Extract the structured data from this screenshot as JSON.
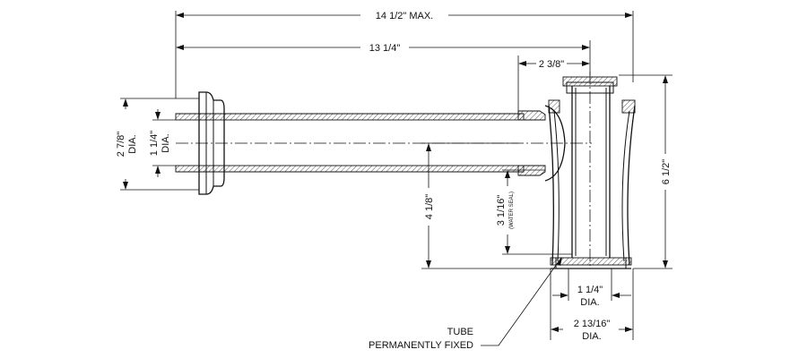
{
  "dimensions": {
    "overall_max": "14 1/2\" MAX.",
    "length": "13 1/4\"",
    "offset": "2 3/8\"",
    "height": "6 1/2\"",
    "drop": "4 1/8\"",
    "water_seal": "3 1/16\"",
    "water_seal_note": "(WATER SEAL)",
    "flange_dia": "2 7/8\"",
    "flange_dia_unit": "DIA.",
    "tube_dia": "1 1/4\"",
    "tube_dia_unit": "DIA.",
    "bottom_inner_dia": "1 1/4\"",
    "bottom_inner_dia_unit": "DIA.",
    "bottom_outer_dia": "2 13/16\"",
    "bottom_outer_dia_unit": "DIA."
  },
  "callout": {
    "line1": "TUBE",
    "line2": "PERMANENTLY FIXED"
  }
}
